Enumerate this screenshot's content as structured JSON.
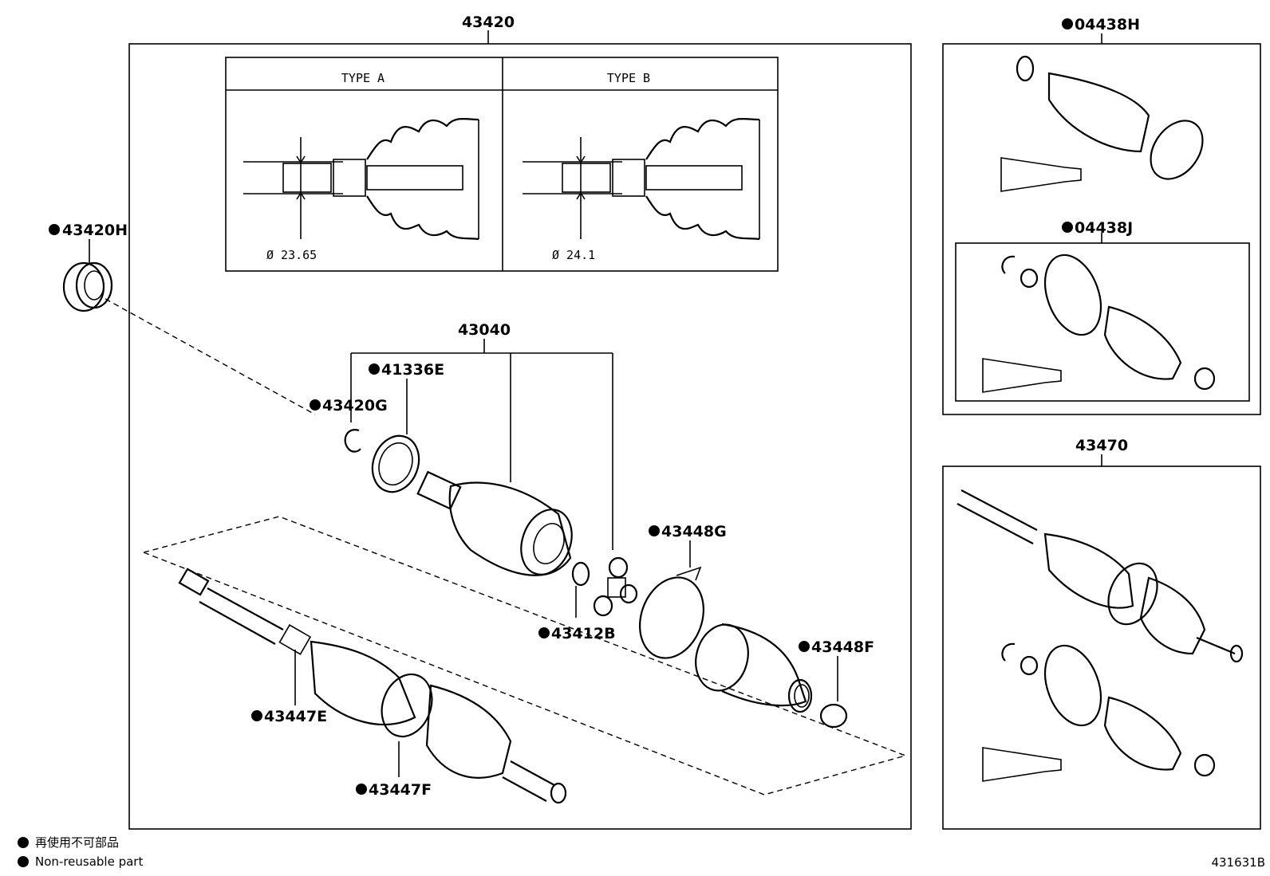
{
  "assembly_label": "43420",
  "joint_kit_label": "43040",
  "detail_panel": {
    "type_a": {
      "title": "TYPE A",
      "dimension": "Ø 23.65"
    },
    "type_b": {
      "title": "TYPE B",
      "dimension": "Ø 24.1"
    }
  },
  "parts": {
    "seal_43420H": "43420H",
    "snap_ring_43420G": "43420G",
    "seal_41336E": "41336E",
    "snap_ring_43412B": "43412B",
    "band_43448G": "43448G",
    "band_43448F": "43448F",
    "clamp_43447E": "43447E",
    "clamp_43447F": "43447F"
  },
  "right_panels": {
    "boot_kit_h": "04438H",
    "boot_kit_j": "04438J",
    "shaft_assembly": "43470"
  },
  "legend": {
    "japanese": "再使用不可部品",
    "english": "Non-reusable part"
  },
  "document_id": "431631B"
}
